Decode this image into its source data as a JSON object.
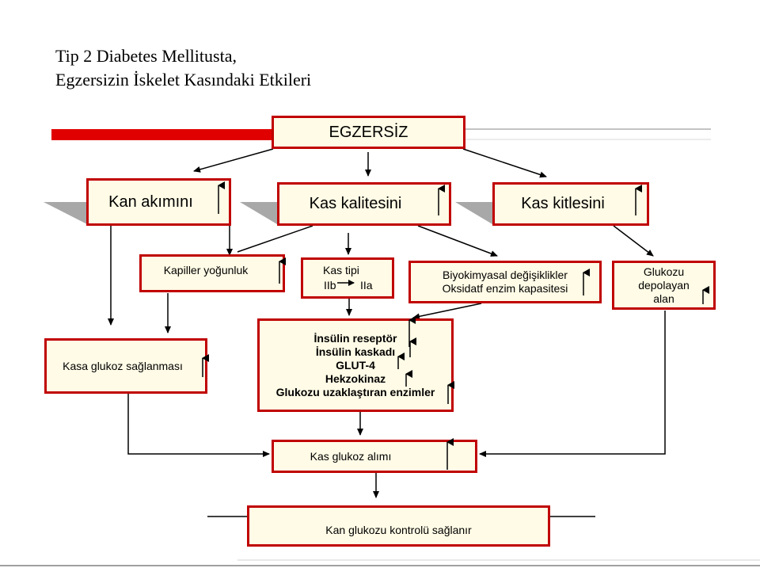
{
  "title": {
    "line1": "Tip 2 Diabetes Mellitusta,",
    "line2": "Egzersizin İskelet Kasındaki Etkileri"
  },
  "nodes": {
    "egzersiz": "EGZERSİZ",
    "kan_akimi": "Kan akımını",
    "kas_kalitesi": "Kas kalitesini",
    "kas_kitlesi": "Kas kitlesini",
    "kapiller": "Kapiller yoğunluk",
    "kas_tipi": {
      "line1": "Kas tipi",
      "from": "IIb",
      "to": "IIa"
    },
    "biyokimyasal": {
      "line1": "Biyokimyasal değişiklikler",
      "line2": "Oksidatf enzim kapasitesi"
    },
    "glukozu_depolayan": {
      "line1": "Glukozu",
      "line2": "depolayan",
      "line3": "alan"
    },
    "kasa_glukoz": "Kasa glukoz sağlanması",
    "insulin_group": {
      "line1": "İnsülin reseptör",
      "line2": "İnsülin kaskadı",
      "line3": "GLUT-4",
      "line4": "Hekzokinaz",
      "line5": "Glukozu uzaklaştıran enzimler"
    },
    "kas_glukoz_alimi": "Kas glukoz alımı",
    "kan_glukozu_kontrolu": "Kan glukozu kontrolü sağlanır"
  },
  "colors": {
    "box_border": "#c00000",
    "box_fill": "#fffbe6",
    "band_red": "#e00000",
    "shadow_gray": "#9a9a9a"
  }
}
